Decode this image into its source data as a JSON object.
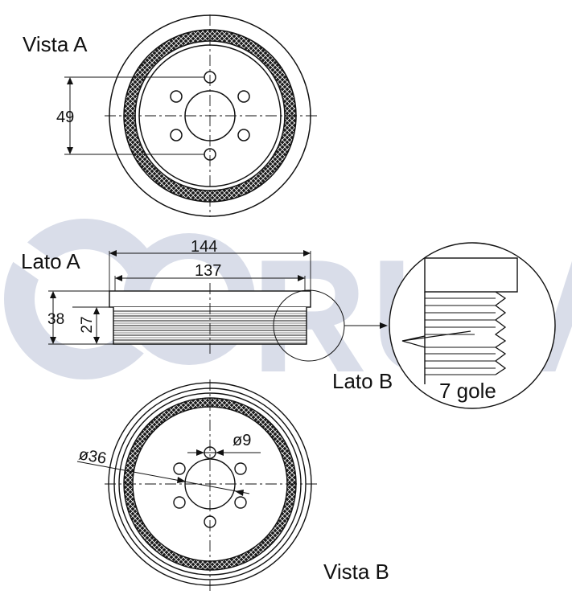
{
  "watermark": {
    "brand": "RUVILLE"
  },
  "views": {
    "vista_a": "Vista A",
    "lato_a": "Lato A",
    "lato_b": "Lato B",
    "vista_b": "Vista B"
  },
  "dimensions": {
    "bolt_circle": "49",
    "outer_diameter": "144",
    "belt_diameter": "137",
    "total_width": "38",
    "belt_width": "27",
    "center_bore": "ø36",
    "bolt_hole": "ø9"
  },
  "detail": {
    "grooves": "7 gole"
  },
  "colors": {
    "line": "#111111",
    "watermark": "#d9dde9"
  }
}
